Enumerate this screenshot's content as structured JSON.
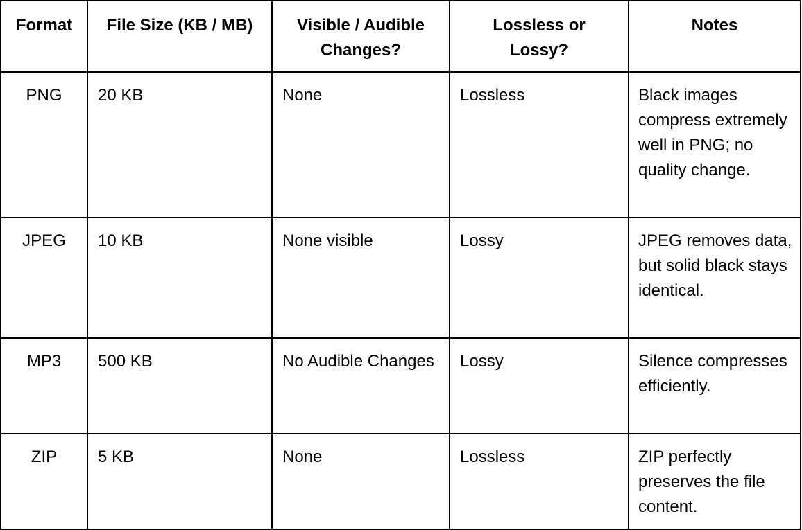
{
  "table": {
    "headers": [
      "Format",
      "File Size (KB / MB)",
      "Visible / Audible Changes?",
      "Lossless or Lossy?",
      "Notes"
    ],
    "rows": [
      {
        "format": "PNG",
        "file_size": "20 KB",
        "changes": "None",
        "lossiness": "Lossless",
        "notes": "Black images compress extremely well in PNG; no quality change."
      },
      {
        "format": "JPEG",
        "file_size": "10 KB",
        "changes": "None visible",
        "lossiness": "Lossy",
        "notes": "JPEG removes data, but solid black stays identical."
      },
      {
        "format": "MP3",
        "file_size": "500 KB",
        "changes": "No Audible Changes",
        "lossiness": "Lossy",
        "notes": "Silence compresses efficiently."
      },
      {
        "format": "ZIP",
        "file_size": "5 KB",
        "changes": "None",
        "lossiness": "Lossless",
        "notes": "ZIP perfectly preserves the file content."
      }
    ]
  }
}
